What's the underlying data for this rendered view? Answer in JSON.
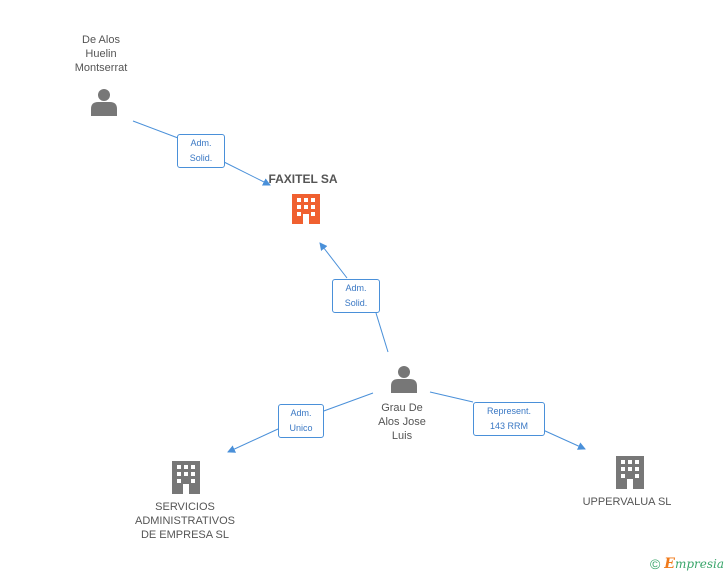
{
  "colors": {
    "edge": "#4a90d9",
    "person": "#777777",
    "company": "#777777",
    "company_main": "#f06030"
  },
  "nodes": {
    "person1": {
      "label": "De Alos\nHuelin\nMontserrat",
      "icon": "person-icon"
    },
    "person2": {
      "label": "Grau De\nAlos Jose\nLuis",
      "icon": "person-icon"
    },
    "main": {
      "label": "FAXITEL SA",
      "icon": "building-icon"
    },
    "company1": {
      "label": "SERVICIOS\nADMINISTRATIVOS\nDE EMPRESA SL",
      "icon": "building-icon"
    },
    "company2": {
      "label": "UPPERVALUA SL",
      "icon": "building-icon"
    }
  },
  "edges": {
    "e1": {
      "line1": "Adm.",
      "line2": "Solid."
    },
    "e2": {
      "line1": "Adm.",
      "line2": "Solid."
    },
    "e3": {
      "line1": "Adm.",
      "line2": "Unico"
    },
    "e4": {
      "line1": "Represent.",
      "line2": "143 RRM"
    }
  },
  "footer": {
    "copyright": "©",
    "brand_initial": "E",
    "brand_rest": "mpresia"
  }
}
